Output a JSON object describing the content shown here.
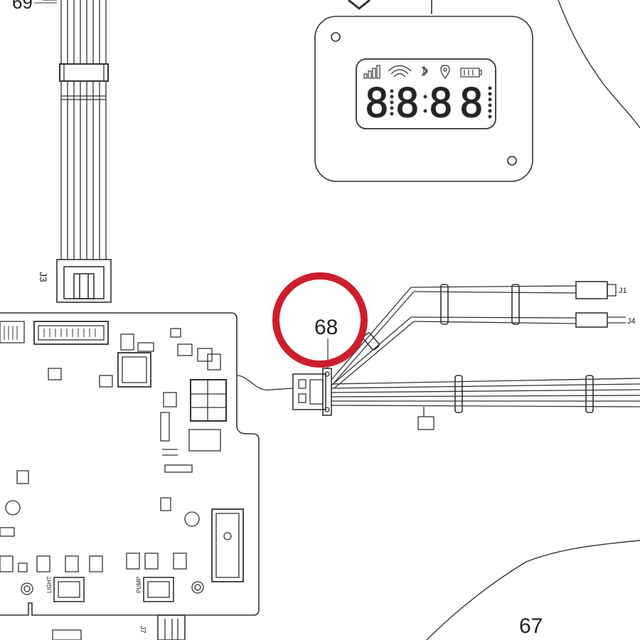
{
  "callouts": {
    "top_left": "69",
    "circled": "68",
    "bottom": "67"
  },
  "connector_labels": {
    "harness_plug": "J3",
    "right_top": "J1",
    "right_mid": "J4"
  },
  "board_labels": {
    "bottom_left_header": "LIGHT",
    "bottom_mid_header": "PUMP",
    "bottom_plug": "J7"
  },
  "display_icons": [
    "signal-icon",
    "wifi-icon",
    "bluetooth-icon",
    "location-pin-icon",
    "battery-icon"
  ],
  "display_digits": [
    "8",
    "8",
    "8",
    "8"
  ],
  "colors": {
    "highlight_circle": "#cc1f2b",
    "line": "#333333"
  }
}
